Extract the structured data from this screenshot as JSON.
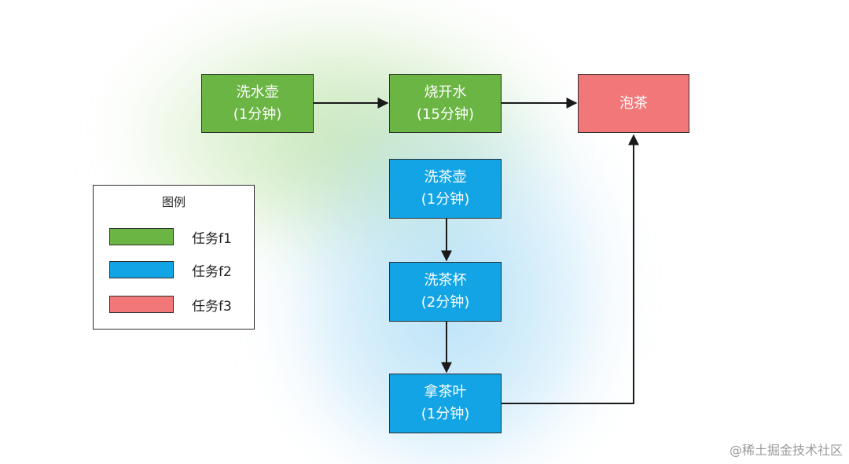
{
  "nodes": {
    "wash_kettle": {
      "line1": "洗水壶",
      "line2": "(1分钟)",
      "task": "f1"
    },
    "boil_water": {
      "line1": "烧开水",
      "line2": "(15分钟)",
      "task": "f1"
    },
    "make_tea": {
      "line1": "泡茶",
      "task": "f3"
    },
    "wash_teapot": {
      "line1": "洗茶壶",
      "line2": "(1分钟)",
      "task": "f2"
    },
    "wash_cups": {
      "line1": "洗茶杯",
      "line2": "(2分钟)",
      "task": "f2"
    },
    "get_tea_leaves": {
      "line1": "拿茶叶",
      "line2": "(1分钟)",
      "task": "f2"
    }
  },
  "edges": [
    {
      "from": "wash_kettle",
      "to": "boil_water"
    },
    {
      "from": "boil_water",
      "to": "make_tea"
    },
    {
      "from": "wash_teapot",
      "to": "wash_cups"
    },
    {
      "from": "wash_cups",
      "to": "get_tea_leaves"
    },
    {
      "from": "get_tea_leaves",
      "to": "make_tea"
    }
  ],
  "legend": {
    "title": "图例",
    "items": [
      {
        "label": "任务f1",
        "color": "#6ab543"
      },
      {
        "label": "任务f2",
        "color": "#12a4e4"
      },
      {
        "label": "任务f3",
        "color": "#f27779"
      }
    ]
  },
  "colors": {
    "task_f1": "#6ab543",
    "task_f2": "#12a4e4",
    "task_f3": "#f27779",
    "border": "#2f2f2f",
    "arrow": "#1a1a1a"
  },
  "watermark": "@稀土掘金技术社区"
}
